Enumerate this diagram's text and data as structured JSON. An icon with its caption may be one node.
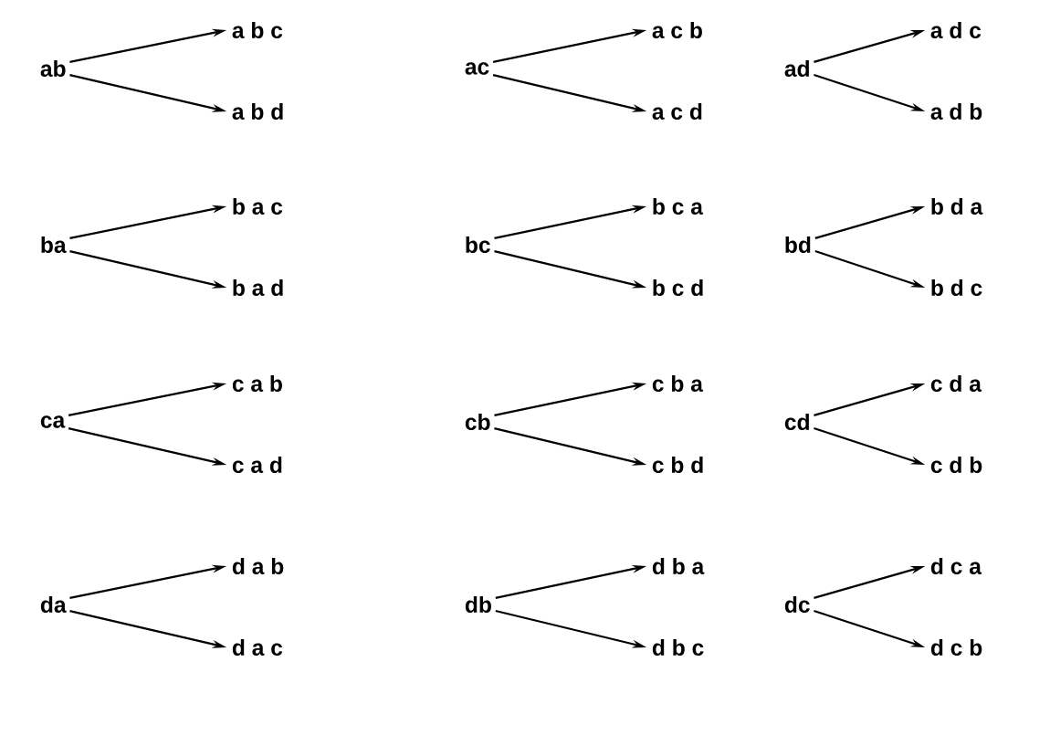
{
  "diagram": {
    "nodes": [
      {
        "text": [
          "ab"
        ]
      },
      {
        "text": [
          "a b c"
        ]
      },
      {
        "text": [
          "a b d"
        ]
      },
      {
        "text": [
          "ac"
        ]
      },
      {
        "text": [
          "a c b"
        ]
      },
      {
        "text": [
          "a c d"
        ]
      },
      {
        "text": [
          "ad"
        ]
      },
      {
        "text": [
          "a d c"
        ]
      },
      {
        "text": [
          "a d b"
        ]
      },
      {
        "text": [
          "ba"
        ]
      },
      {
        "text": [
          "b a c"
        ]
      },
      {
        "text": [
          "b a d"
        ]
      },
      {
        "text": [
          "bc"
        ]
      },
      {
        "text": [
          "b c a"
        ]
      },
      {
        "text": [
          "b c d"
        ]
      },
      {
        "text": [
          "bd"
        ]
      },
      {
        "text": [
          "b d a"
        ]
      },
      {
        "text": [
          "b d c"
        ]
      },
      {
        "text": [
          "ca"
        ]
      },
      {
        "text": [
          "c a b"
        ]
      },
      {
        "text": [
          "c a d"
        ]
      },
      {
        "text": [
          "cb"
        ]
      },
      {
        "text": [
          "c b a"
        ]
      },
      {
        "text": [
          "c b d"
        ]
      },
      {
        "text": [
          "cd"
        ]
      },
      {
        "text": [
          "c d a"
        ]
      },
      {
        "text": [
          "c d b"
        ]
      },
      {
        "text": [
          "da"
        ]
      },
      {
        "text": [
          "d a b"
        ]
      },
      {
        "text": [
          "d a c"
        ]
      },
      {
        "text": [
          "db"
        ]
      },
      {
        "text": [
          "d b a"
        ]
      },
      {
        "text": [
          "d b c"
        ]
      },
      {
        "text": [
          "dc"
        ]
      },
      {
        "text": [
          "d c a"
        ]
      },
      {
        "text": [
          "d c b"
        ]
      }
    ],
    "edges": [
      {
        "from": 0,
        "to": 1,
        "arrow": "to"
      },
      {
        "from": 0,
        "to": 2,
        "arrow": "to"
      },
      {
        "from": 3,
        "to": 4,
        "arrow": "to"
      },
      {
        "from": 3,
        "to": 5,
        "arrow": "to"
      },
      {
        "from": 6,
        "to": 7,
        "arrow": "to"
      },
      {
        "from": 6,
        "to": 8,
        "arrow": "to"
      },
      {
        "from": 9,
        "to": 10,
        "arrow": "to"
      },
      {
        "from": 9,
        "to": 11,
        "arrow": "to"
      },
      {
        "from": 12,
        "to": 13,
        "arrow": "to"
      },
      {
        "from": 12,
        "to": 14,
        "arrow": "to"
      },
      {
        "from": 15,
        "to": 16,
        "arrow": "to"
      },
      {
        "from": 15,
        "to": 17,
        "arrow": "to"
      },
      {
        "from": 18,
        "to": 19,
        "arrow": "to"
      },
      {
        "from": 18,
        "to": 20,
        "arrow": "to"
      },
      {
        "from": 21,
        "to": 22,
        "arrow": "to"
      },
      {
        "from": 21,
        "to": 23,
        "arrow": "to"
      },
      {
        "from": 24,
        "to": 25,
        "arrow": "to"
      },
      {
        "from": 24,
        "to": 26,
        "arrow": "to"
      },
      {
        "from": 27,
        "to": 28,
        "arrow": "to"
      },
      {
        "from": 27,
        "to": 29,
        "arrow": "to"
      },
      {
        "from": 30,
        "to": 31,
        "arrow": "to"
      },
      {
        "from": 30,
        "to": 32,
        "arrow": "to"
      },
      {
        "from": 33,
        "to": 34,
        "arrow": "to"
      },
      {
        "from": 33,
        "to": 35,
        "arrow": "to"
      }
    ]
  }
}
